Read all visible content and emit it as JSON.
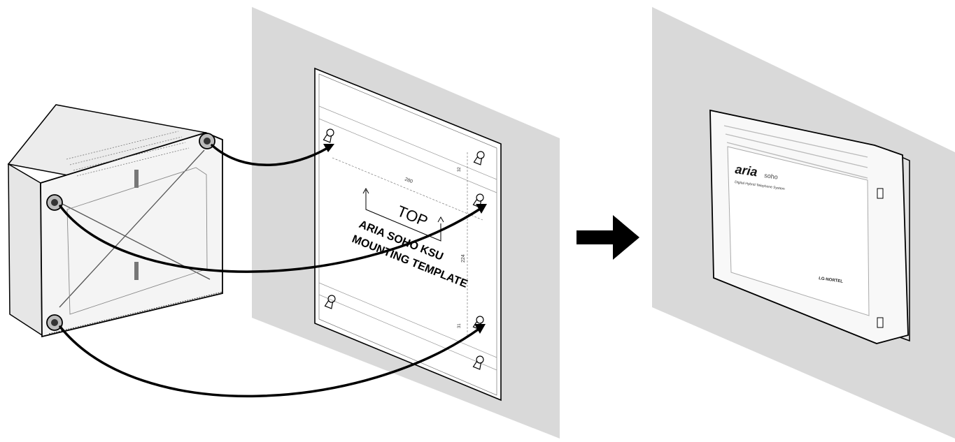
{
  "colors": {
    "wall": "#d9d9d9",
    "outline": "#000000",
    "unit_body": "#f4f4f4",
    "template_paper": "#ffffff"
  },
  "template": {
    "top_label": "TOP",
    "line1": "ARIA SOHO KSU",
    "line2": "MOUNTING  TEMPLATE",
    "dim_width": "280",
    "dim_height": "224",
    "dim_small_1": "32",
    "dim_small_2": "31"
  },
  "mounted_unit": {
    "brand": "aria",
    "brand_suffix": "soho",
    "tagline": "Digital Hybrid Telephone System",
    "maker": "LG-NORTEL"
  },
  "icons": [
    "keyhole-slot-icon",
    "screw-icon",
    "right-arrow-icon"
  ]
}
